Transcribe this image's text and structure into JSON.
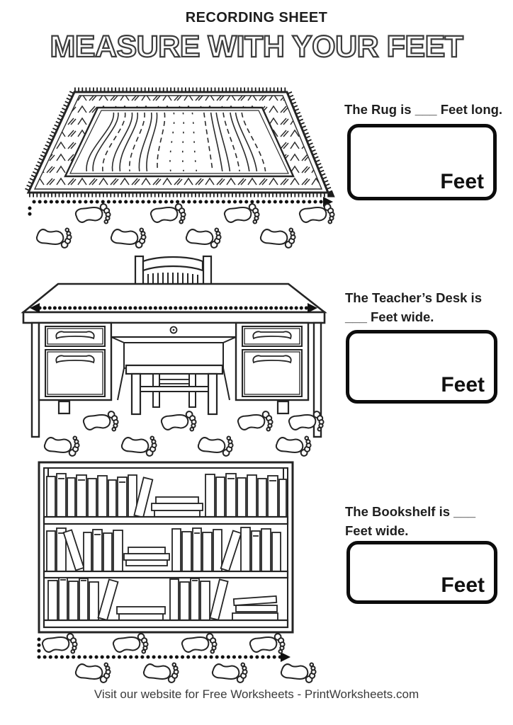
{
  "page": {
    "subtitle": "RECORDING SHEET",
    "title": "MEASURE WITH YOUR FEET",
    "footer": "Visit our website for Free Worksheets - PrintWorksheets.com"
  },
  "sections": [
    {
      "name": "rug",
      "prompt": [
        "The Rug is ___ Feet long."
      ],
      "unit": "Feet"
    },
    {
      "name": "teachers-desk",
      "prompt": [
        "The Teacher’s Desk is",
        "___ Feet wide."
      ],
      "unit": "Feet"
    },
    {
      "name": "bookshelf",
      "prompt": [
        "The Bookshelf is ___",
        "Feet wide."
      ],
      "unit": "Feet"
    }
  ],
  "colors": {
    "ink": "#242424",
    "paper": "#ffffff",
    "title_outline": "#3d3d3d"
  }
}
